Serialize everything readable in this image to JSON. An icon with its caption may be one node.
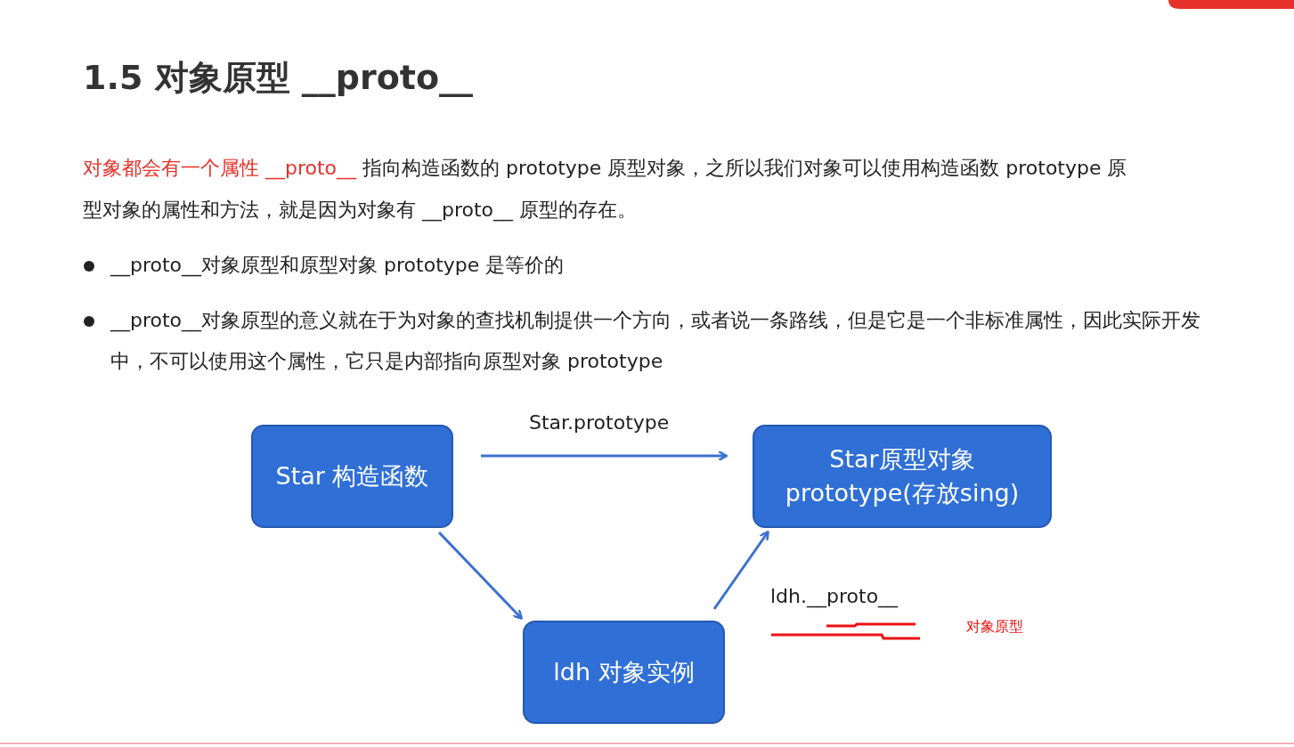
{
  "diagram": {
    "title": "1.5 对象原型 __proto__",
    "nodes": [
      {
        "text": [
          "Star 构造函数"
        ]
      },
      {
        "text": [
          "Star原型对象 prototype(存放sing)"
        ]
      },
      {
        "text": [
          "ldh 对象实例"
        ]
      }
    ],
    "edges": [
      {
        "from": 0,
        "to": 1,
        "arrow": "to",
        "label": "Star.prototype"
      },
      {
        "from": 0,
        "to": 2,
        "arrow": "to"
      },
      {
        "from": 2,
        "to": 1,
        "arrow": "to",
        "label": "ldh.__proto__"
      }
    ],
    "labels": [
      "对象都会有一个属性 __proto__",
      "指向构造函数的 prototype 原型对象，之所以我们对象可以使用构造函数 prototype 原型对象的属性和方法，就是因为对象有 __proto__ 原型的存在。",
      "__proto__对象原型和原型对象 prototype 是等价的",
      "__proto__对象原型的意义就在于为对象的查找机制提供一个方向，或者说一条路线，但是它是一个非标准属性，因此实际开发中，不可以使用这个属性，它只是内部指向原型对象 prototype",
      "对象原型"
    ]
  }
}
